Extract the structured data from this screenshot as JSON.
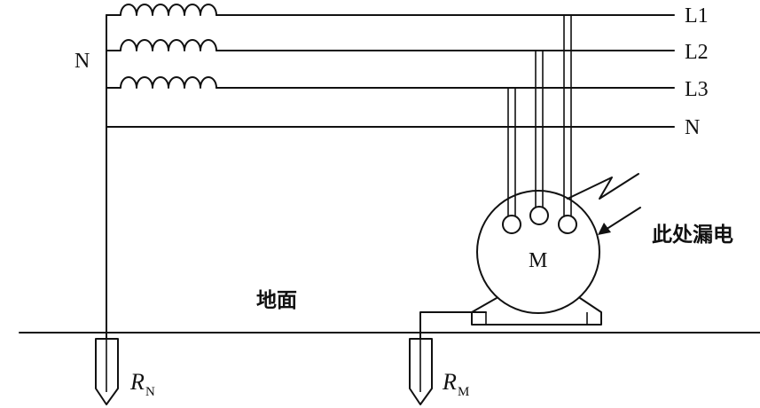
{
  "diagram": {
    "line_labels": [
      "L1",
      "L2",
      "L3",
      "N"
    ],
    "neutral_label": "N",
    "motor_label": "M",
    "leak_label": "此处漏电",
    "ground_label": "地面",
    "rn_main": "R",
    "rn_sub": "N",
    "rm_main": "R",
    "rm_sub": "M"
  }
}
